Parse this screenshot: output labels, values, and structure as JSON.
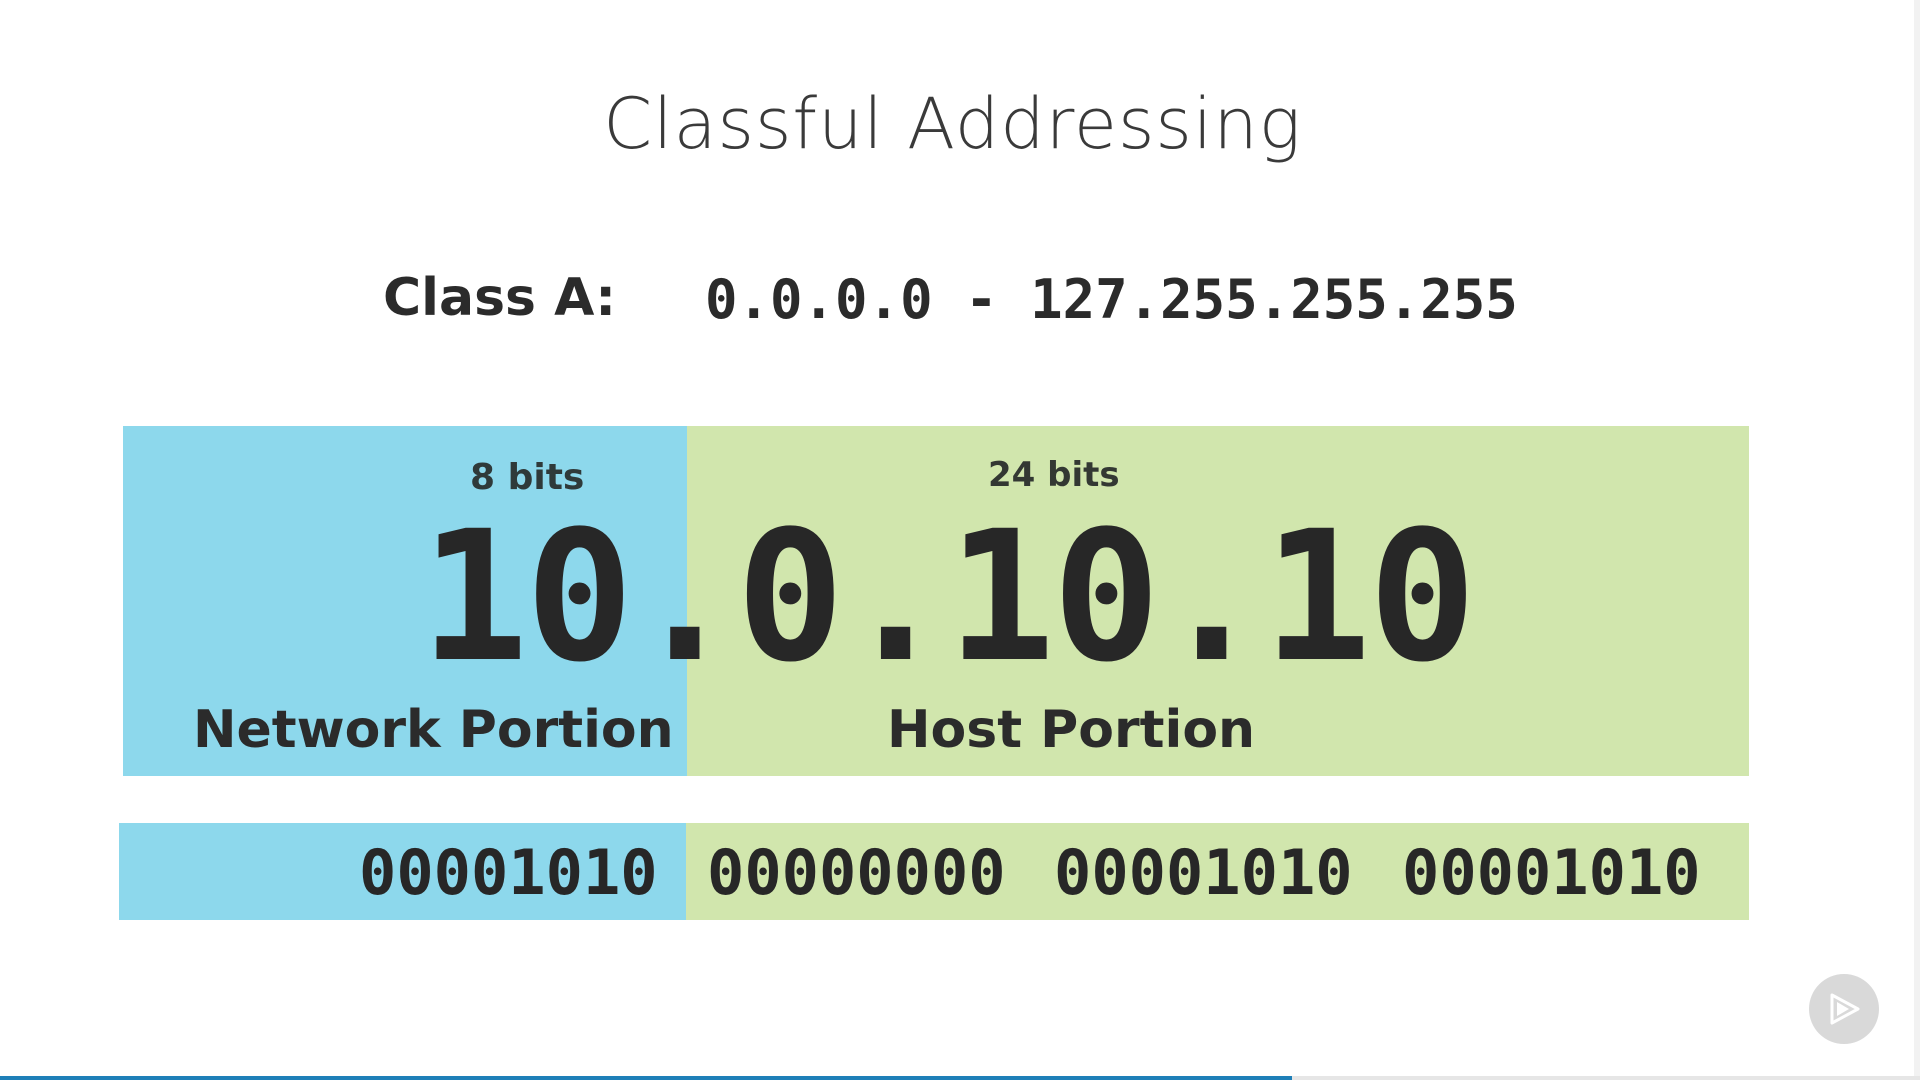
{
  "slide": {
    "title": "Classful Addressing",
    "class_label": "Class A:",
    "class_range": "0.0.0.0 - 127.255.255.255"
  },
  "ip_breakdown": {
    "network_bits": "8 bits",
    "host_bits": "24 bits",
    "ip_address": "10.0.10.10",
    "network_label": "Network Portion",
    "host_label": "Host Portion",
    "binary_network": "00001010",
    "binary_host_octets": [
      "00000000",
      "00001010",
      "00001010"
    ]
  },
  "player": {
    "play_icon": "play-logo-icon",
    "progress": 0.673
  },
  "colors": {
    "network": "#8dd8ec",
    "host": "#d1e6ad",
    "progress": "#1e7fb8"
  }
}
